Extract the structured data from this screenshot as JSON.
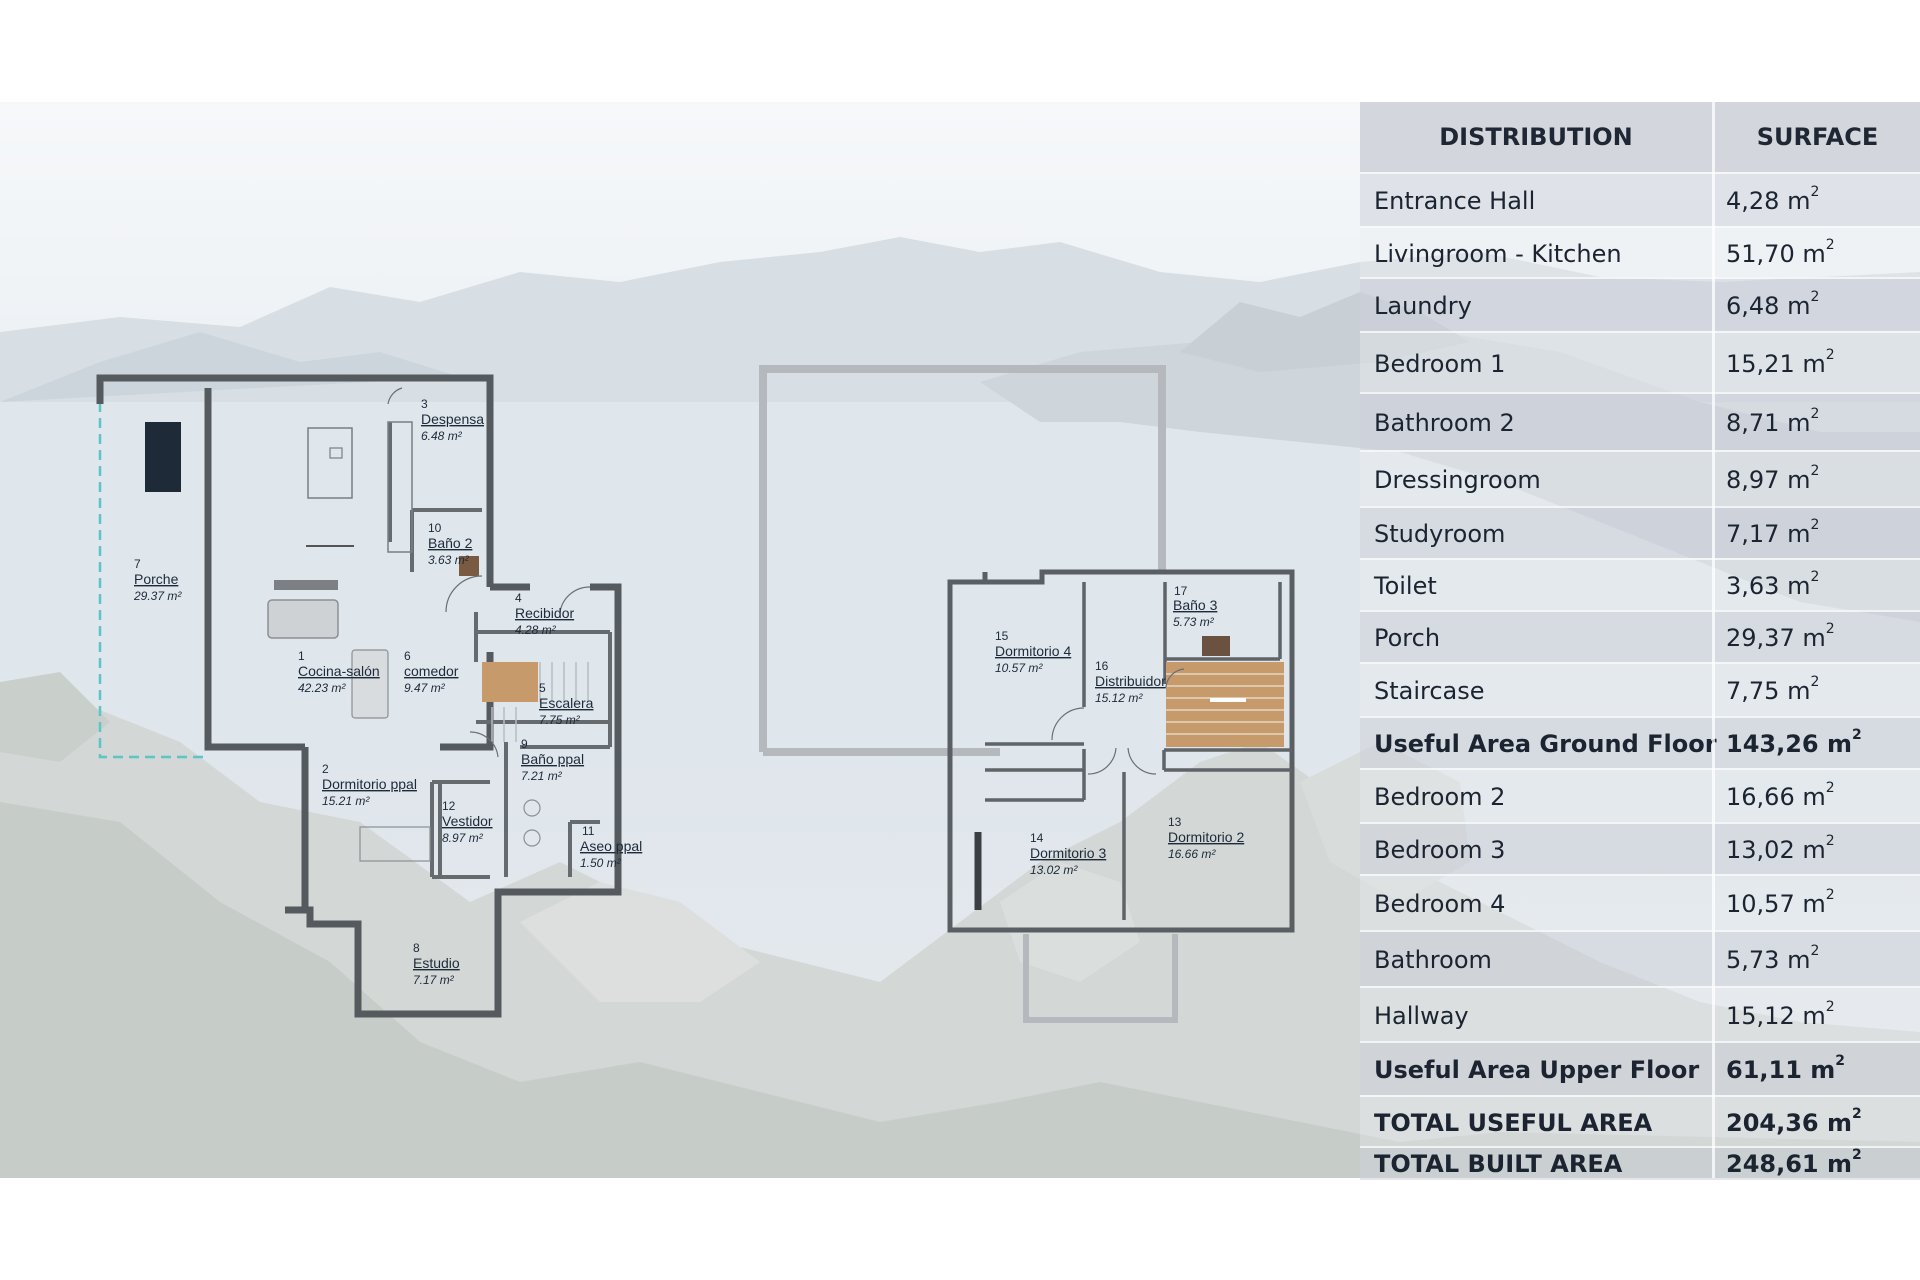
{
  "ground_floor": {
    "rooms": [
      {
        "num": "1",
        "name": "Cocina-salón",
        "area": "42.23 m²"
      },
      {
        "num": "2",
        "name": "Dormitorio ppal",
        "area": "15.21 m²"
      },
      {
        "num": "3",
        "name": "Despensa",
        "area": "6.48 m²"
      },
      {
        "num": "4",
        "name": "Recibidor",
        "area": "4.28 m²"
      },
      {
        "num": "5",
        "name": "Escalera",
        "area": "7.75 m²"
      },
      {
        "num": "6",
        "name": "comedor",
        "area": "9.47 m²"
      },
      {
        "num": "7",
        "name": "Porche",
        "area": "29.37 m²"
      },
      {
        "num": "8",
        "name": "Estudio",
        "area": "7.17 m²"
      },
      {
        "num": "9",
        "name": "Baño ppal",
        "area": "7.21 m²"
      },
      {
        "num": "10",
        "name": "Baño 2",
        "area": "3.63 m²"
      },
      {
        "num": "11",
        "name": "Aseo ppal",
        "area": "1.50 m²"
      },
      {
        "num": "12",
        "name": "Vestidor",
        "area": "8.97 m²"
      }
    ]
  },
  "upper_floor": {
    "rooms": [
      {
        "num": "13",
        "name": "Dormitorio 2",
        "area": "16.66 m²"
      },
      {
        "num": "14",
        "name": "Dormitorio 3",
        "area": "13.02 m²"
      },
      {
        "num": "15",
        "name": "Dormitorio 4",
        "area": "10.57 m²"
      },
      {
        "num": "16",
        "name": "Distribuidor",
        "area": "15.12 m²"
      },
      {
        "num": "17",
        "name": "Baño 3",
        "area": "5.73 m²"
      }
    ]
  },
  "table": {
    "header": {
      "col1": "DISTRIBUTION",
      "col2": "SURFACE"
    },
    "rows": [
      {
        "label": "Entrance Hall",
        "value": "4,28 m",
        "sup": "2"
      },
      {
        "label": "Livingroom - Kitchen",
        "value": "51,70 m",
        "sup": "2"
      },
      {
        "label": "Laundry",
        "value": "6,48 m",
        "sup": "2"
      },
      {
        "label": "Bedroom 1",
        "value": "15,21 m",
        "sup": "2"
      },
      {
        "label": "Bathroom 2",
        "value": "8,71 m",
        "sup": "2"
      },
      {
        "label": "Dressingroom",
        "value": "8,97 m",
        "sup": "2"
      },
      {
        "label": "Studyroom",
        "value": "7,17 m",
        "sup": "2"
      },
      {
        "label": "Toilet",
        "value": "3,63 m",
        "sup": "2"
      },
      {
        "label": "Porch",
        "value": "29,37 m",
        "sup": "2"
      },
      {
        "label": "Staircase",
        "value": "7,75 m",
        "sup": "2"
      },
      {
        "label": "Useful Area Ground Floor",
        "value": "143,26 m",
        "sup": "2"
      },
      {
        "label": "Bedroom 2",
        "value": "16,66 m",
        "sup": "2"
      },
      {
        "label": "Bedroom 3",
        "value": "13,02 m",
        "sup": "2"
      },
      {
        "label": "Bedroom 4",
        "value": "10,57 m",
        "sup": "2"
      },
      {
        "label": "Bathroom",
        "value": "5,73 m",
        "sup": "2"
      },
      {
        "label": "Hallway",
        "value": "15,12 m",
        "sup": "2"
      },
      {
        "label": "Useful Area Upper Floor",
        "value": "61,11 m",
        "sup": "2"
      },
      {
        "label": "TOTAL USEFUL AREA",
        "value": "204,36 m",
        "sup": "2"
      },
      {
        "label": "TOTAL BUILT AREA",
        "value": "248,61 m",
        "sup": "2"
      }
    ]
  }
}
